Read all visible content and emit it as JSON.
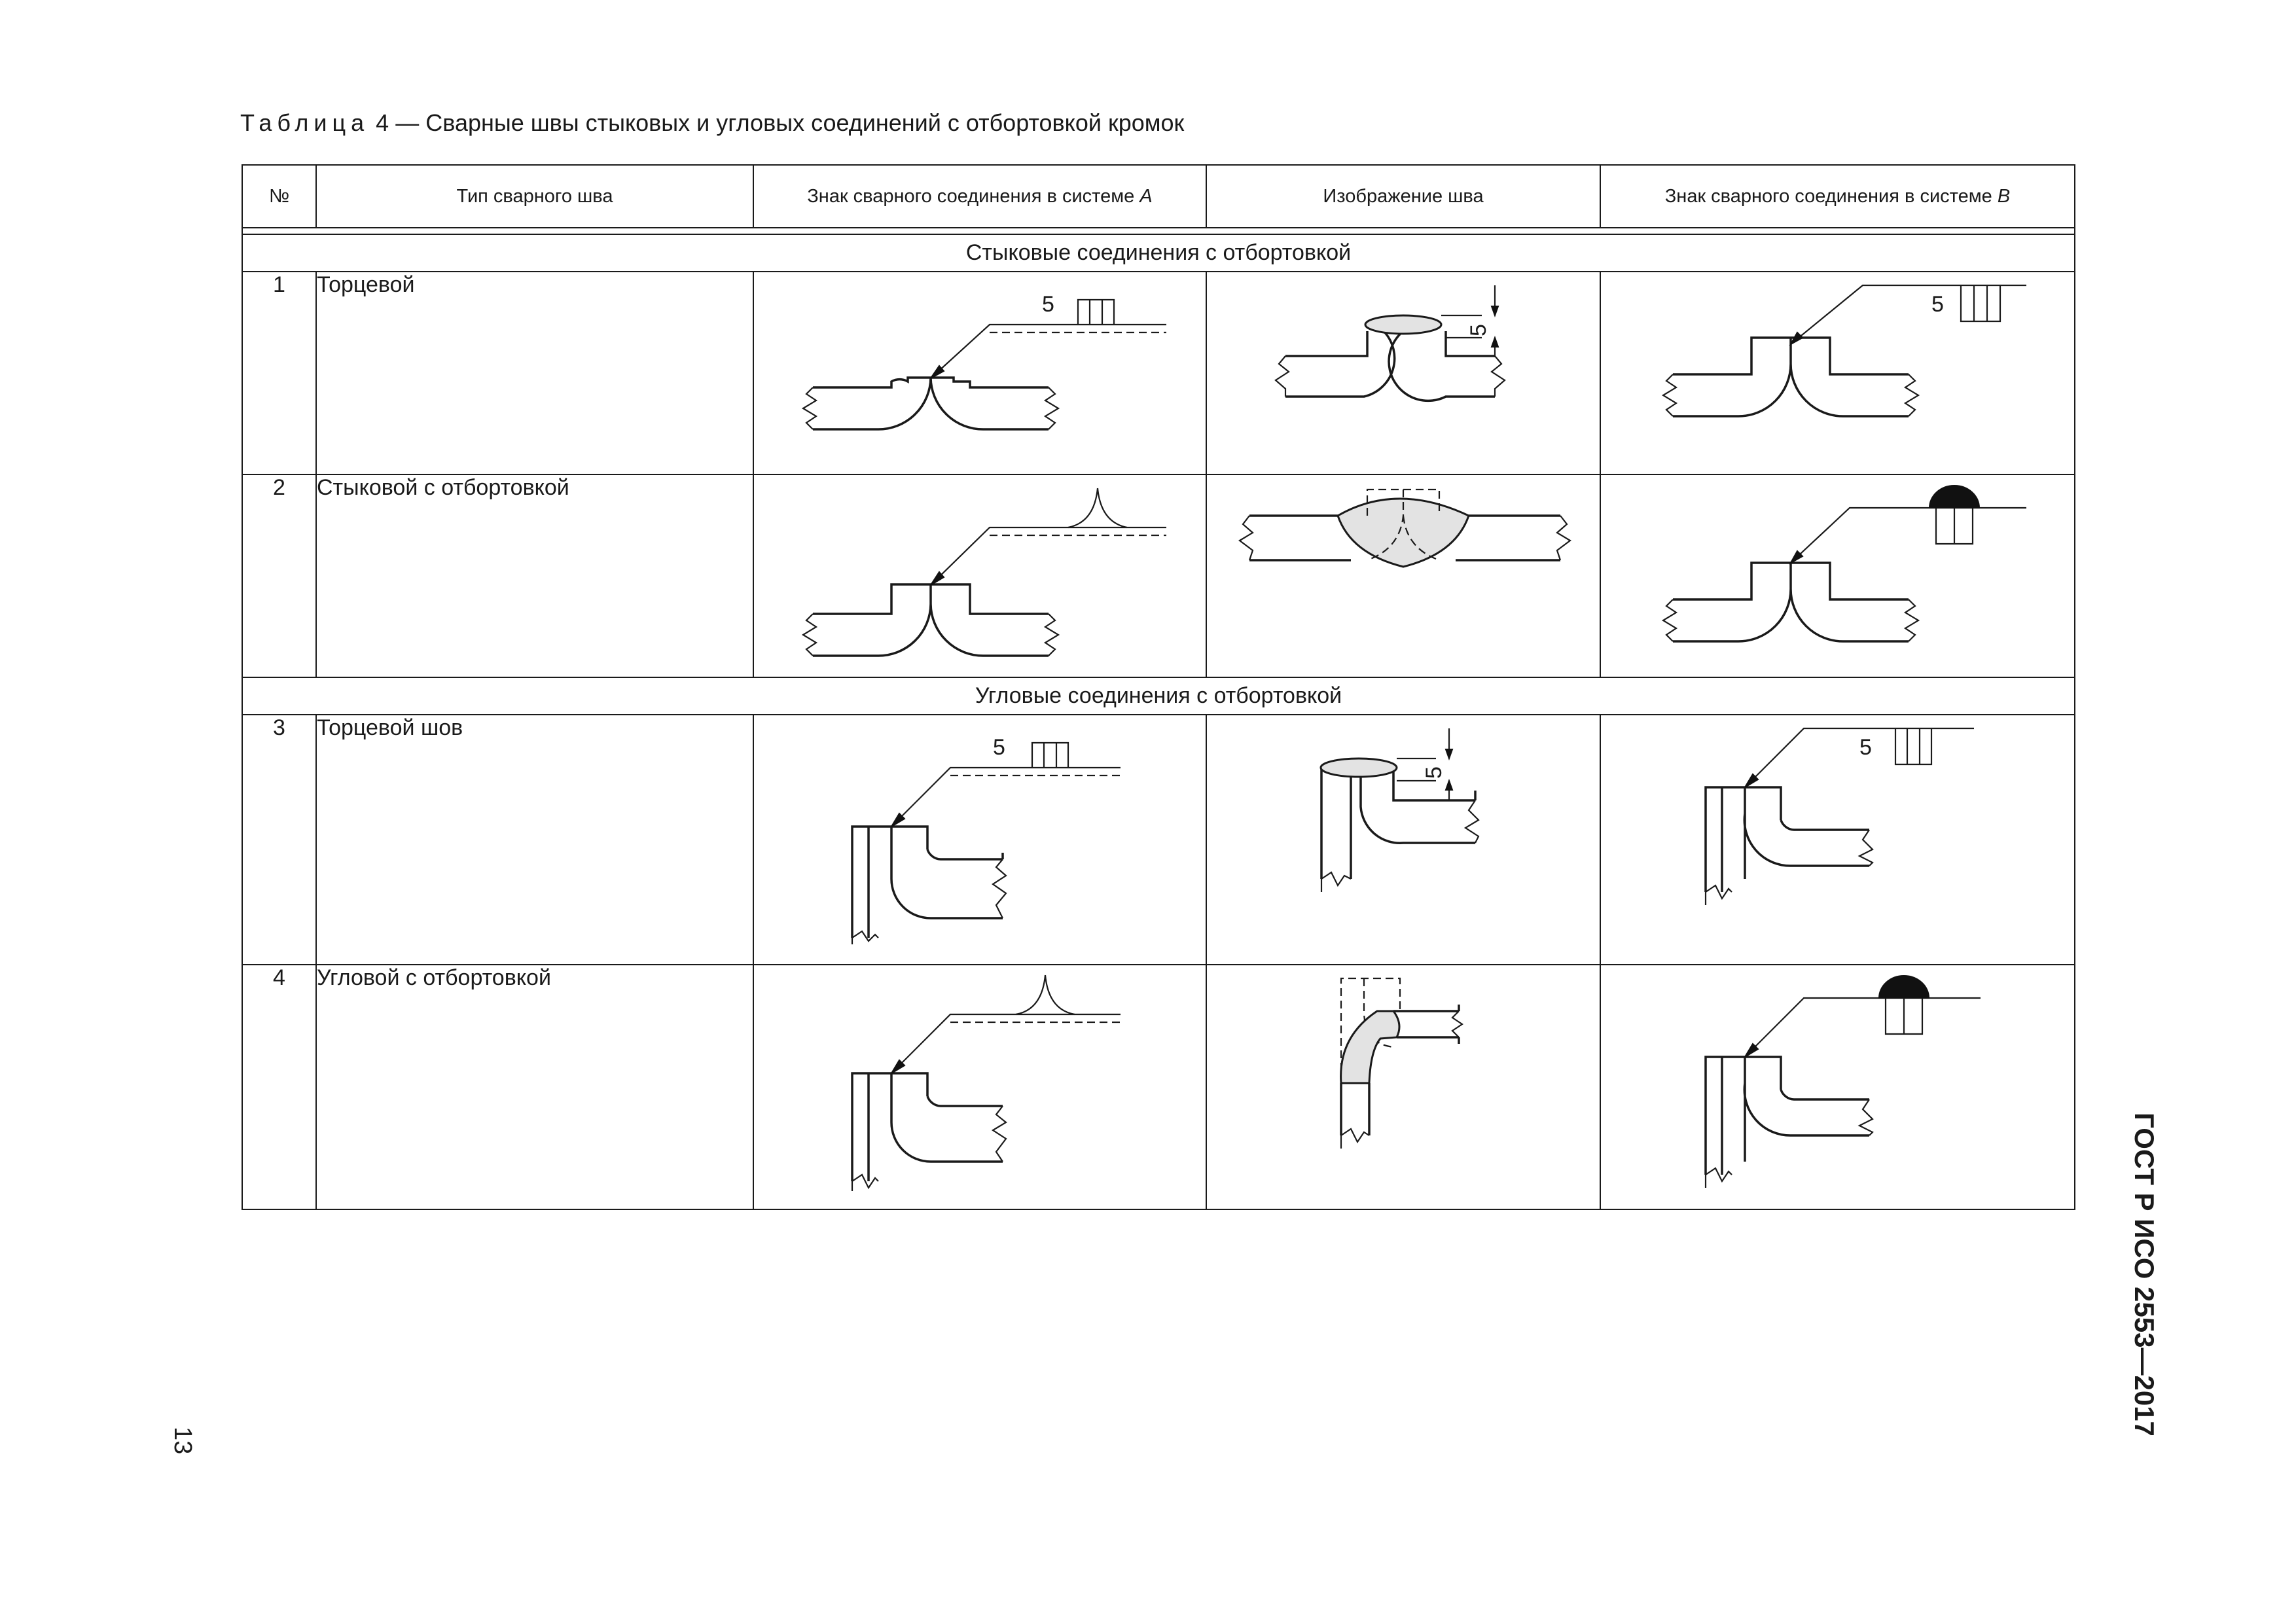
{
  "caption": {
    "prefix": "Таблица",
    "number": "4",
    "title": "— Сварные швы стыковых и угловых соединений с отбортовкой кромок"
  },
  "headers": {
    "num": "№",
    "type": "Тип сварного шва",
    "system_a": "Знак сварного соединения в системе",
    "system_a_letter": "A",
    "image": "Изображение шва",
    "system_b": "Знак сварного соединения в системе",
    "system_b_letter": "B"
  },
  "sections": {
    "butt": "Стыковые соединения с отбортовкой",
    "corner": "Угловые соединения с отбортовкой"
  },
  "rows": [
    {
      "num": "1",
      "type": "Торцевой",
      "size": "5"
    },
    {
      "num": "2",
      "type": "Стыковой с отбортовкой"
    },
    {
      "num": "3",
      "type": "Торцевой шов",
      "size": "5"
    },
    {
      "num": "4",
      "type": "Угловой с  отбортовкой"
    }
  ],
  "page_number": "13",
  "standard": "ГОСТ Р ИСО 2553—2017",
  "icons": [
    "butt-flange-joint-drawing",
    "corner-flange-joint-drawing",
    "edge-weld-symbol",
    "flanged-butt-weld-symbol",
    "backing-run-symbol"
  ]
}
